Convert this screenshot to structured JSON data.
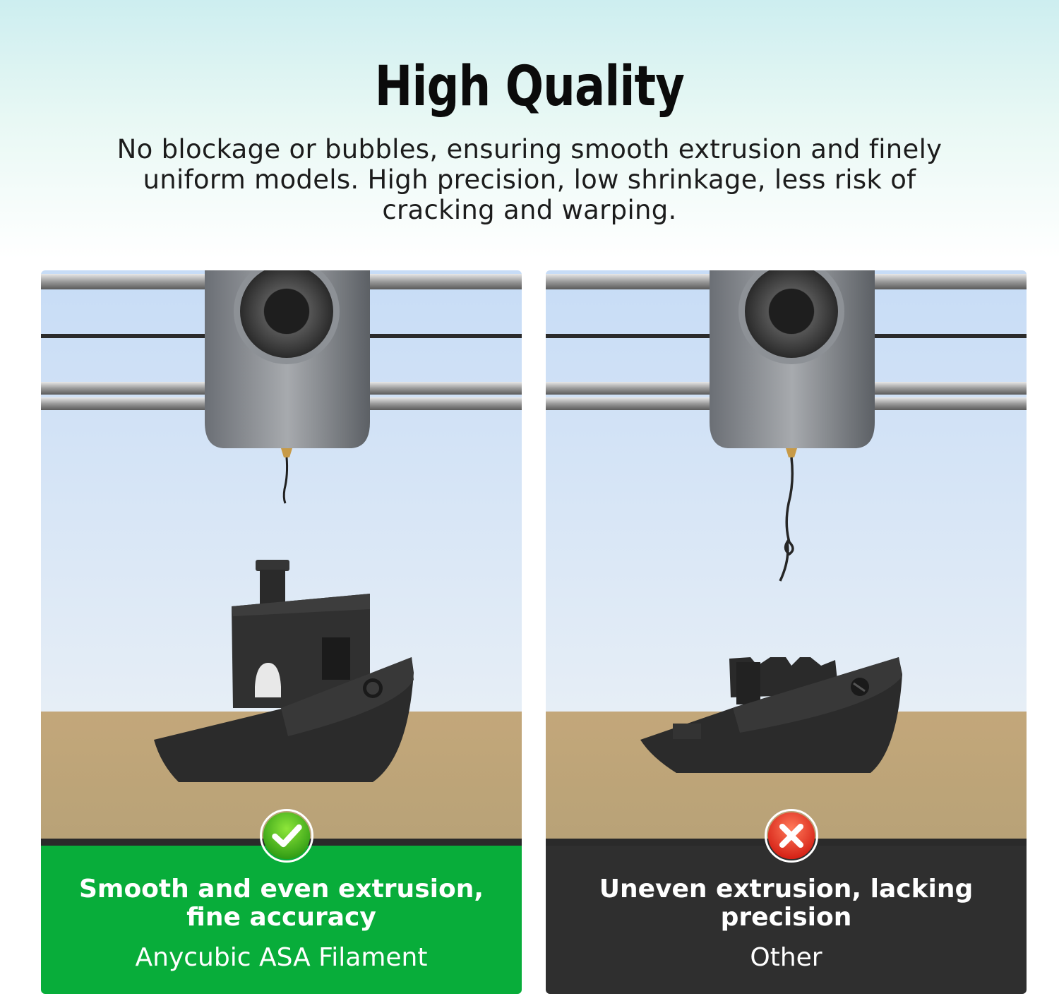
{
  "header": {
    "title": "High Quality",
    "subtitle": "No blockage or bubbles, ensuring smooth extrusion and finely uniform models. High precision, low shrinkage, less risk of cracking and warping."
  },
  "panels": [
    {
      "result": "good",
      "caption_title": "Smooth and even extrusion, fine accuracy",
      "caption_subtitle": "Anycubic ASA Filament",
      "caption_color": "#08ad3a",
      "badge_icon": "check-icon"
    },
    {
      "result": "bad",
      "caption_title": "Uneven extrusion, lacking precision",
      "caption_subtitle": "Other",
      "caption_color": "#2f2f2f",
      "badge_icon": "cross-icon"
    }
  ]
}
